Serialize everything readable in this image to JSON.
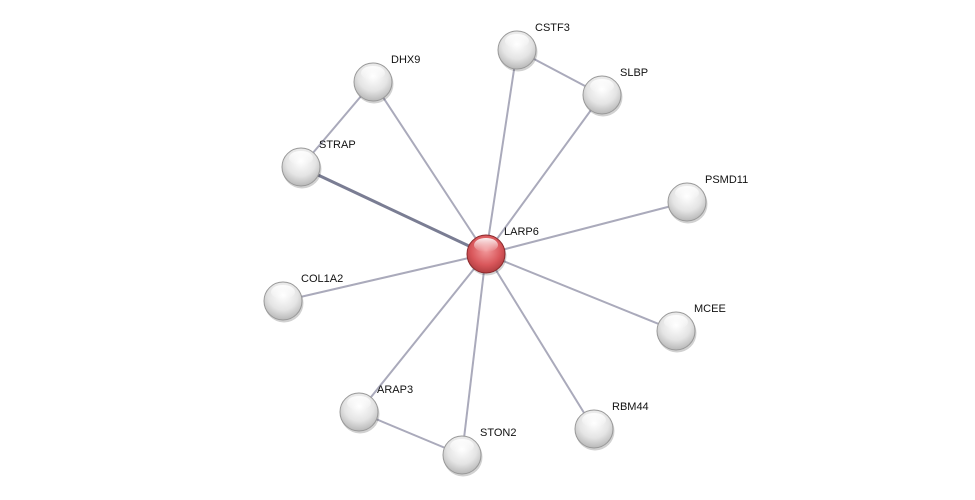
{
  "network": {
    "query_color": "#d9575b",
    "node_color": "#e6e6e6",
    "edge_color": "#aaaabb",
    "nodes": [
      {
        "id": "LARP6",
        "label": "LARP6",
        "query": true
      },
      {
        "id": "CSTF3",
        "label": "CSTF3"
      },
      {
        "id": "SLBP",
        "label": "SLBP"
      },
      {
        "id": "DHX9",
        "label": "DHX9"
      },
      {
        "id": "STRAP",
        "label": "STRAP"
      },
      {
        "id": "PSMD11",
        "label": "PSMD11"
      },
      {
        "id": "COL1A2",
        "label": "COL1A2"
      },
      {
        "id": "MCEE",
        "label": "MCEE"
      },
      {
        "id": "ARAP3",
        "label": "ARAP3"
      },
      {
        "id": "STON2",
        "label": "STON2"
      },
      {
        "id": "RBM44",
        "label": "RBM44"
      }
    ],
    "edges": [
      {
        "source": "LARP6",
        "target": "CSTF3",
        "strength": "weak"
      },
      {
        "source": "LARP6",
        "target": "SLBP",
        "strength": "weak"
      },
      {
        "source": "LARP6",
        "target": "DHX9",
        "strength": "weak"
      },
      {
        "source": "LARP6",
        "target": "STRAP",
        "strength": "strong"
      },
      {
        "source": "LARP6",
        "target": "PSMD11",
        "strength": "weak"
      },
      {
        "source": "LARP6",
        "target": "COL1A2",
        "strength": "weak"
      },
      {
        "source": "LARP6",
        "target": "MCEE",
        "strength": "weak"
      },
      {
        "source": "LARP6",
        "target": "ARAP3",
        "strength": "weak"
      },
      {
        "source": "LARP6",
        "target": "STON2",
        "strength": "weak"
      },
      {
        "source": "LARP6",
        "target": "RBM44",
        "strength": "weak"
      },
      {
        "source": "DHX9",
        "target": "STRAP",
        "strength": "weak"
      },
      {
        "source": "CSTF3",
        "target": "SLBP",
        "strength": "weak"
      },
      {
        "source": "ARAP3",
        "target": "STON2",
        "strength": "weak"
      }
    ]
  }
}
